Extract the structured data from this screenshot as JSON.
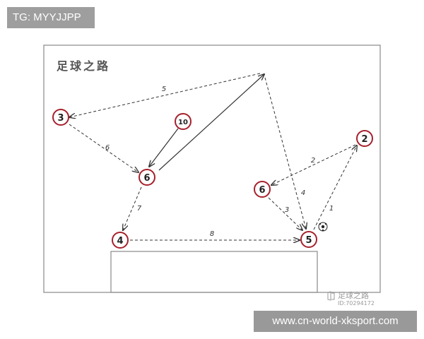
{
  "tags": {
    "top": "TG: MYYJJPP",
    "bottom": "www.cn-world-xksport.com"
  },
  "diagram": {
    "title": "足球之路",
    "players": {
      "p3": "3",
      "p10": "10",
      "p6_left": "6",
      "p4": "4",
      "p6_right": "6",
      "p5": "5",
      "p2": "2"
    },
    "arrow_labels": {
      "a1": "1",
      "a2": "2",
      "a3": "3",
      "a4": "4",
      "a5": "5",
      "a6": "6",
      "a7": "7",
      "a8": "8"
    },
    "colors": {
      "player_ring": "#a6202c",
      "line": "#333333",
      "field_border": "#888888"
    },
    "icons": [
      "soccer-ball-icon",
      "watermark-logo-icon"
    ]
  },
  "watermark": {
    "name": "足球之路",
    "id": "ID:70294172"
  }
}
